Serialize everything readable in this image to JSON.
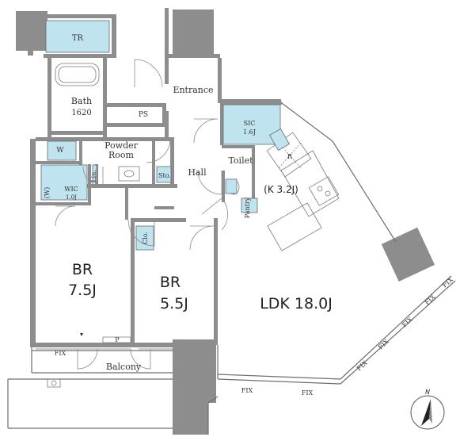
{
  "rooms": {
    "tr": "TR",
    "bath": "Bath",
    "bath_size": "1620",
    "ps": "PS",
    "entrance": "Entrance",
    "sic": "SIC",
    "sic_size": "1.6J",
    "powder_room_1": "Powder",
    "powder_room_2": "Room",
    "wm": "W",
    "lin": "Lin.",
    "sto": "Sto.",
    "hall": "Hall",
    "toilet": "Toilet",
    "r": "R",
    "kitchen": "(K 3.2J)",
    "wic": "WIC",
    "wic_size": "1.0J",
    "w": "(W)",
    "pantry": "Pantry",
    "br1_name": "BR",
    "br1_size": "7.5J",
    "clo": "Clo.",
    "br2_name": "BR",
    "br2_size": "5.5J",
    "ldk": "LDK 18.0J",
    "balcony": "Balcony",
    "p": "P"
  },
  "windows": {
    "fix": "FIX"
  },
  "compass": {
    "north": "N"
  }
}
